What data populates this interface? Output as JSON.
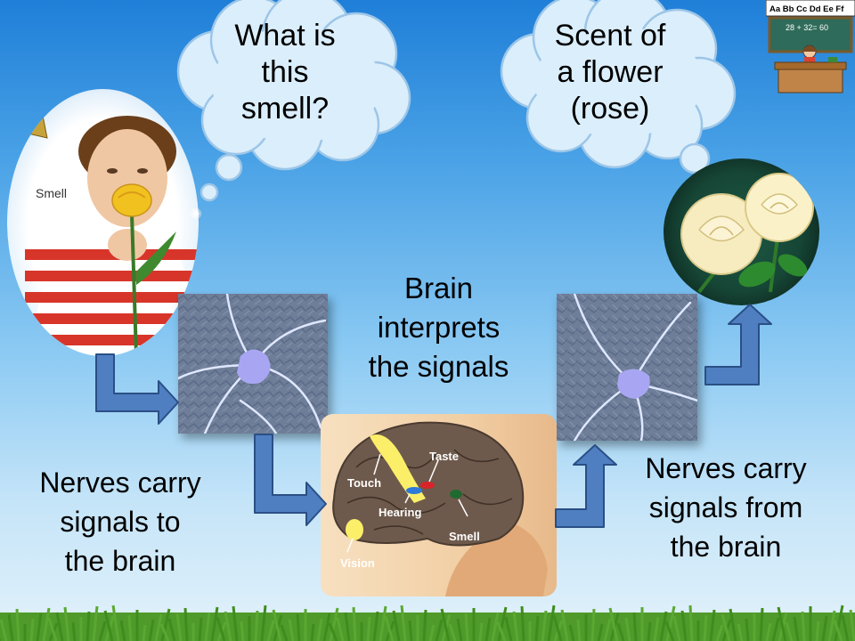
{
  "thought_bubbles": {
    "question": "What is\nthis\nsmell?",
    "answer": "Scent of\na flower\n(rose)"
  },
  "captions": {
    "brain_interprets": "Brain\ninterprets\nthe signals",
    "nerves_to_brain": "Nerves carry\nsignals to\nthe brain",
    "nerves_from_brain": "Nerves carry\nsignals from\nthe brain"
  },
  "boy_photo": {
    "sense_label": "Smell"
  },
  "brain_regions": {
    "touch": "Touch",
    "taste": "Taste",
    "hearing": "Hearing",
    "smell": "Smell",
    "vision": "Vision"
  },
  "teacher_clipart": {
    "alphabet": "Aa Bb Cc Dd Ee Ff",
    "equation": "28 + 32= 60"
  },
  "colors": {
    "arrow_fill": "#4f7fc1",
    "arrow_stroke": "#2a4f85",
    "cloud_fill": "#dbeefb",
    "cloud_stroke": "#9cc6e8",
    "neuron_bg": "#6f7e98"
  }
}
